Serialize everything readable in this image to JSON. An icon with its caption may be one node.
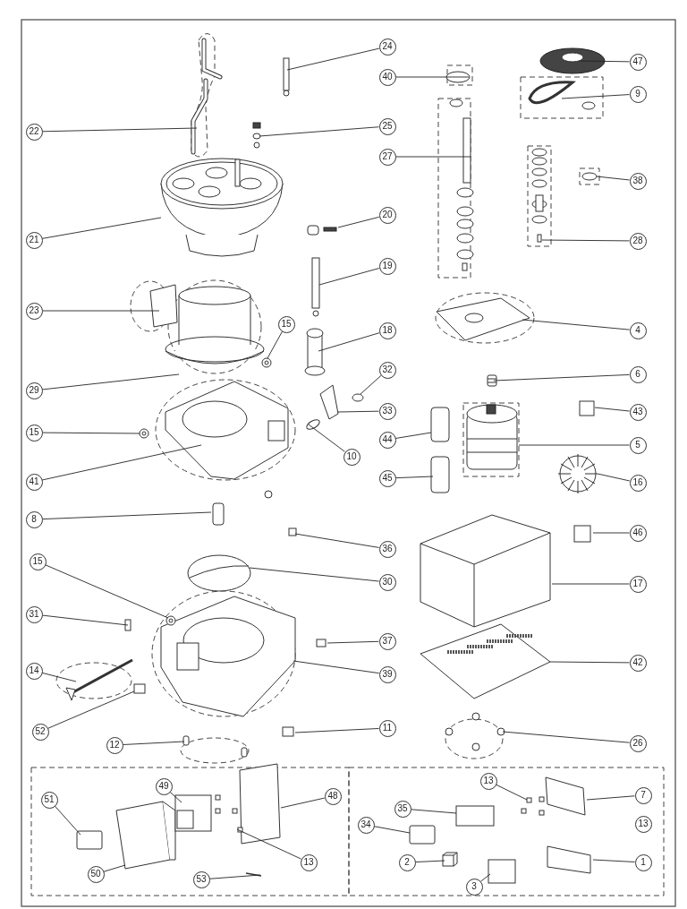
{
  "diagram": {
    "nodes": [
      {
        "text": [
          "24"
        ]
      },
      {
        "text": [
          "47"
        ]
      },
      {
        "text": [
          "40"
        ]
      },
      {
        "text": [
          "9"
        ]
      },
      {
        "text": [
          "22"
        ]
      },
      {
        "text": [
          "25"
        ]
      },
      {
        "text": [
          "27"
        ]
      },
      {
        "text": [
          "38"
        ]
      },
      {
        "text": [
          "20"
        ]
      },
      {
        "text": [
          "21"
        ]
      },
      {
        "text": [
          "28"
        ]
      },
      {
        "text": [
          "19"
        ]
      },
      {
        "text": [
          "23"
        ]
      },
      {
        "text": [
          "15"
        ]
      },
      {
        "text": [
          "18"
        ]
      },
      {
        "text": [
          "4"
        ]
      },
      {
        "text": [
          "32"
        ]
      },
      {
        "text": [
          "6"
        ]
      },
      {
        "text": [
          "29"
        ]
      },
      {
        "text": [
          "33"
        ]
      },
      {
        "text": [
          "43"
        ]
      },
      {
        "text": [
          "15"
        ]
      },
      {
        "text": [
          "44"
        ]
      },
      {
        "text": [
          "5"
        ]
      },
      {
        "text": [
          "10"
        ]
      },
      {
        "text": [
          "45"
        ]
      },
      {
        "text": [
          "16"
        ]
      },
      {
        "text": [
          "41"
        ]
      },
      {
        "text": [
          "8"
        ]
      },
      {
        "text": [
          "36"
        ]
      },
      {
        "text": [
          "46"
        ]
      },
      {
        "text": [
          "15"
        ]
      },
      {
        "text": [
          "30"
        ]
      },
      {
        "text": [
          "17"
        ]
      },
      {
        "text": [
          "31"
        ]
      },
      {
        "text": [
          "37"
        ]
      },
      {
        "text": [
          "42"
        ]
      },
      {
        "text": [
          "14"
        ]
      },
      {
        "text": [
          "39"
        ]
      },
      {
        "text": [
          "52"
        ]
      },
      {
        "text": [
          "12"
        ]
      },
      {
        "text": [
          "11"
        ]
      },
      {
        "text": [
          "26"
        ]
      },
      {
        "text": [
          "13"
        ]
      },
      {
        "text": [
          "49"
        ]
      },
      {
        "text": [
          "48"
        ]
      },
      {
        "text": [
          "7"
        ]
      },
      {
        "text": [
          "51"
        ]
      },
      {
        "text": [
          "35"
        ]
      },
      {
        "text": [
          "34"
        ]
      },
      {
        "text": [
          "13"
        ]
      },
      {
        "text": [
          "2"
        ]
      },
      {
        "text": [
          "1"
        ]
      },
      {
        "text": [
          "50"
        ]
      },
      {
        "text": [
          "53"
        ]
      },
      {
        "text": [
          "3"
        ]
      },
      {
        "text": [
          "13"
        ]
      }
    ],
    "edges": [
      {
        "from": 0,
        "to": null,
        "arrow": "none"
      },
      {
        "from": 1,
        "to": null,
        "arrow": "none"
      },
      {
        "from": 2,
        "to": null,
        "arrow": "none"
      },
      {
        "from": 3,
        "to": null,
        "arrow": "none"
      },
      {
        "from": 4,
        "to": null,
        "arrow": "none"
      },
      {
        "from": 5,
        "to": null,
        "arrow": "none"
      },
      {
        "from": 6,
        "to": null,
        "arrow": "none"
      },
      {
        "from": 7,
        "to": null,
        "arrow": "none"
      },
      {
        "from": 8,
        "to": null,
        "arrow": "none"
      },
      {
        "from": 9,
        "to": null,
        "arrow": "none"
      },
      {
        "from": 10,
        "to": null,
        "arrow": "none"
      },
      {
        "from": 11,
        "to": null,
        "arrow": "none"
      },
      {
        "from": 12,
        "to": null,
        "arrow": "none"
      },
      {
        "from": 13,
        "to": null,
        "arrow": "none"
      },
      {
        "from": 14,
        "to": null,
        "arrow": "none"
      },
      {
        "from": 15,
        "to": null,
        "arrow": "none"
      },
      {
        "from": 16,
        "to": null,
        "arrow": "none"
      },
      {
        "from": 17,
        "to": null,
        "arrow": "none"
      },
      {
        "from": 18,
        "to": null,
        "arrow": "none"
      },
      {
        "from": 19,
        "to": null,
        "arrow": "none"
      },
      {
        "from": 20,
        "to": null,
        "arrow": "none"
      },
      {
        "from": 21,
        "to": null,
        "arrow": "none"
      },
      {
        "from": 22,
        "to": null,
        "arrow": "none"
      },
      {
        "from": 23,
        "to": null,
        "arrow": "none"
      },
      {
        "from": 24,
        "to": null,
        "arrow": "none"
      },
      {
        "from": 25,
        "to": null,
        "arrow": "none"
      },
      {
        "from": 26,
        "to": null,
        "arrow": "none"
      },
      {
        "from": 27,
        "to": null,
        "arrow": "none"
      },
      {
        "from": 28,
        "to": null,
        "arrow": "none"
      },
      {
        "from": 29,
        "to": null,
        "arrow": "none"
      },
      {
        "from": 30,
        "to": null,
        "arrow": "none"
      },
      {
        "from": 31,
        "to": null,
        "arrow": "none"
      },
      {
        "from": 32,
        "to": null,
        "arrow": "none"
      },
      {
        "from": 33,
        "to": null,
        "arrow": "none"
      },
      {
        "from": 34,
        "to": null,
        "arrow": "none"
      },
      {
        "from": 35,
        "to": null,
        "arrow": "none"
      },
      {
        "from": 36,
        "to": null,
        "arrow": "none"
      },
      {
        "from": 37,
        "to": null,
        "arrow": "none"
      },
      {
        "from": 38,
        "to": null,
        "arrow": "none"
      },
      {
        "from": 39,
        "to": null,
        "arrow": "none"
      },
      {
        "from": 40,
        "to": null,
        "arrow": "none"
      },
      {
        "from": 41,
        "to": null,
        "arrow": "none"
      },
      {
        "from": 42,
        "to": null,
        "arrow": "none"
      },
      {
        "from": 43,
        "to": null,
        "arrow": "none"
      },
      {
        "from": 44,
        "to": null,
        "arrow": "none"
      },
      {
        "from": 45,
        "to": null,
        "arrow": "none"
      },
      {
        "from": 46,
        "to": null,
        "arrow": "none"
      },
      {
        "from": 47,
        "to": null,
        "arrow": "none"
      },
      {
        "from": 48,
        "to": null,
        "arrow": "none"
      },
      {
        "from": 49,
        "to": null,
        "arrow": "none"
      },
      {
        "from": 50,
        "to": null,
        "arrow": "none"
      },
      {
        "from": 51,
        "to": null,
        "arrow": "none"
      },
      {
        "from": 52,
        "to": null,
        "arrow": "none"
      },
      {
        "from": 53,
        "to": null,
        "arrow": "none"
      },
      {
        "from": 54,
        "to": null,
        "arrow": "none"
      },
      {
        "from": 55,
        "to": null,
        "arrow": "none"
      }
    ]
  }
}
